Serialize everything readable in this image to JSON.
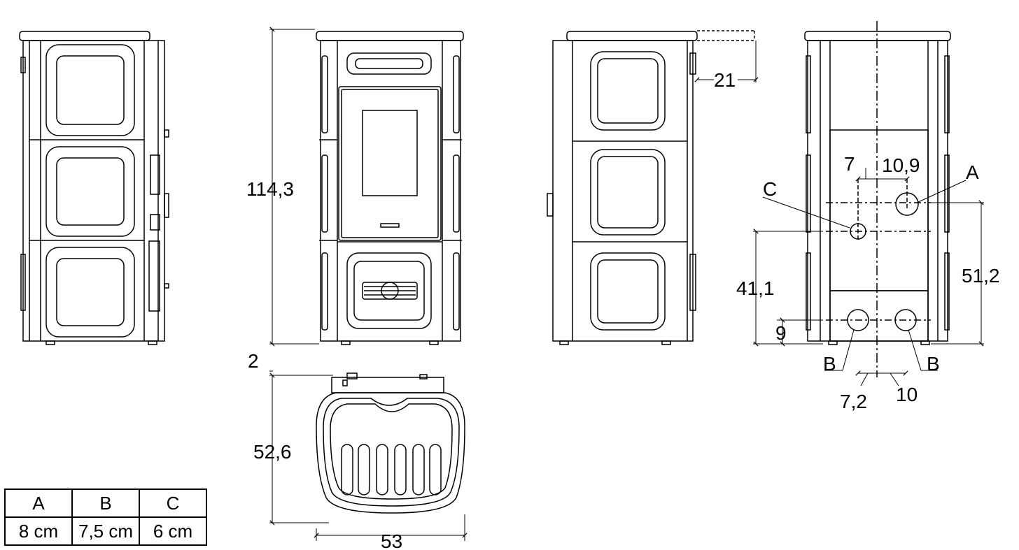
{
  "dimensions": {
    "height_total": "114,3",
    "depth_total": "52,6",
    "width_total": "53",
    "top_offset": "2",
    "flue_rear_offset": "21",
    "label_c": "C",
    "label_a": "A",
    "label_b_left": "B",
    "label_b_right": "B",
    "horiz_c_to_center": "7",
    "horiz_center_to_a": "10,9",
    "height_c": "41,1",
    "height_a": "51,2",
    "height_b": "9",
    "horiz_b_left": "7,2",
    "horiz_b_right": "10"
  },
  "legend": {
    "headers": [
      "A",
      "B",
      "C"
    ],
    "values": [
      "8 cm",
      "7,5 cm",
      "6 cm"
    ]
  },
  "colors": {
    "line": "#000000",
    "background": "#ffffff"
  }
}
